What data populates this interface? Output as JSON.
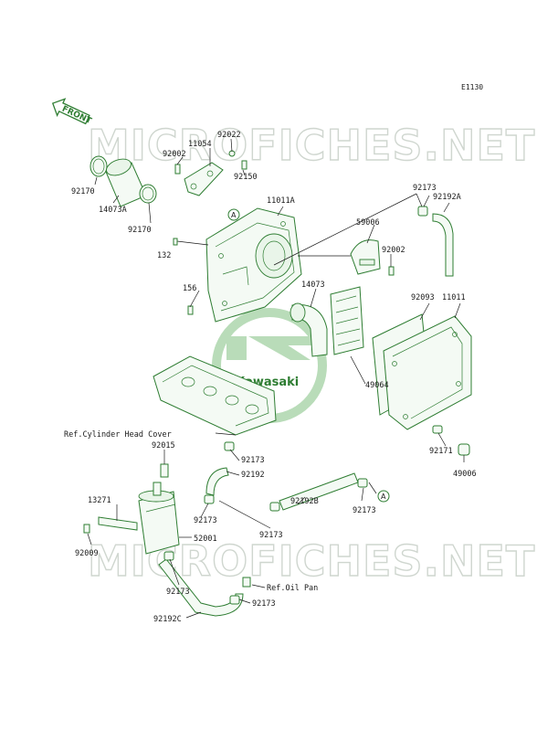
{
  "diagram_code": "E1130",
  "front_label": "FRONT",
  "watermark": "MICROFICHES.NET",
  "logo_text": "Kawasaki",
  "reference_letter": "A",
  "part_numbers": {
    "p92022": "92022",
    "p11054": "11054",
    "p92002_top": "92002",
    "p92150": "92150",
    "p92170_left": "92170",
    "p14073A": "14073A",
    "p92170_mid": "92170",
    "p11011A": "11011A",
    "p92173_tr": "92173",
    "p92192A": "92192A",
    "p59006": "59006",
    "p92002_right": "92002",
    "p132": "132",
    "p156": "156",
    "p14073": "14073",
    "p92093": "92093",
    "p11011": "11011",
    "p49064": "49064",
    "p92015": "92015",
    "p92173_a": "92173",
    "p92192": "92192",
    "p13271": "13271",
    "p92173_b": "92173",
    "p92173_c": "92173",
    "p92192B": "92192B",
    "p92173_d": "92173",
    "p52001": "52001",
    "p92009": "92009",
    "p92171": "92171",
    "p49006": "49006",
    "p92173_e": "92173",
    "p92173_f": "92173",
    "p92192C": "92192C"
  },
  "references": {
    "cylinder_head_cover": "Ref.Cylinder Head Cover",
    "oil_pan": "Ref.Oil Pan"
  },
  "colors": {
    "part_stroke": "#2e7d32",
    "part_fill": "#f4faf4",
    "watermark": "#cfd6cf",
    "logo": "#b9dcb9"
  }
}
